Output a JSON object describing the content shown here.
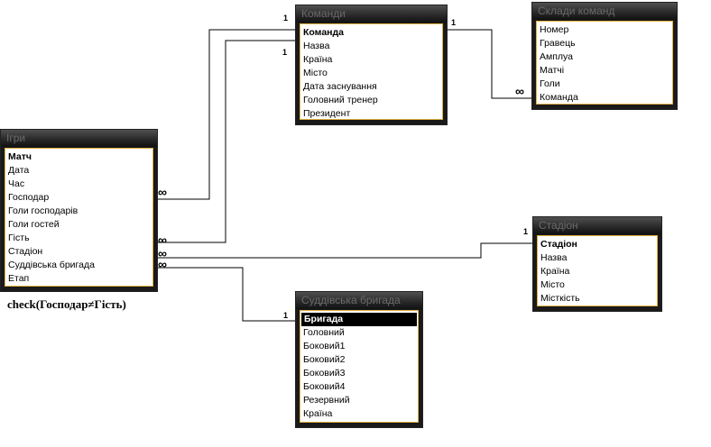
{
  "tables": {
    "games": {
      "title": "Ігри",
      "fields": [
        "Матч",
        "Дата",
        "Час",
        "Господар",
        "Голи господарів",
        "Голи гостей",
        "Гість",
        "Стадіон",
        "Суддівська бригада",
        "Етап"
      ]
    },
    "teams": {
      "title": "Команди",
      "fields": [
        "Команда",
        "Назва",
        "Країна",
        "Місто",
        "Дата заснування",
        "Головний тренер",
        "Президент"
      ]
    },
    "rosters": {
      "title": "Склади команд",
      "fields": [
        "Номер",
        "Гравець",
        "Амплуа",
        "Матчі",
        "Голи",
        "Команда"
      ]
    },
    "stadiums": {
      "title": "Стадіон",
      "fields": [
        "Стадіон",
        "Назва",
        "Країна",
        "Місто",
        "Місткість"
      ]
    },
    "referees": {
      "title": "Суддівська бригада",
      "fields": [
        "Бригада",
        "Головний",
        "Боковий1",
        "Боковий2",
        "Боковий3",
        "Боковий4",
        "Резервний",
        "Країна"
      ]
    }
  },
  "cardinality": {
    "one": "1",
    "many": "∞"
  },
  "constraint": "check(Господар≠Гість)"
}
